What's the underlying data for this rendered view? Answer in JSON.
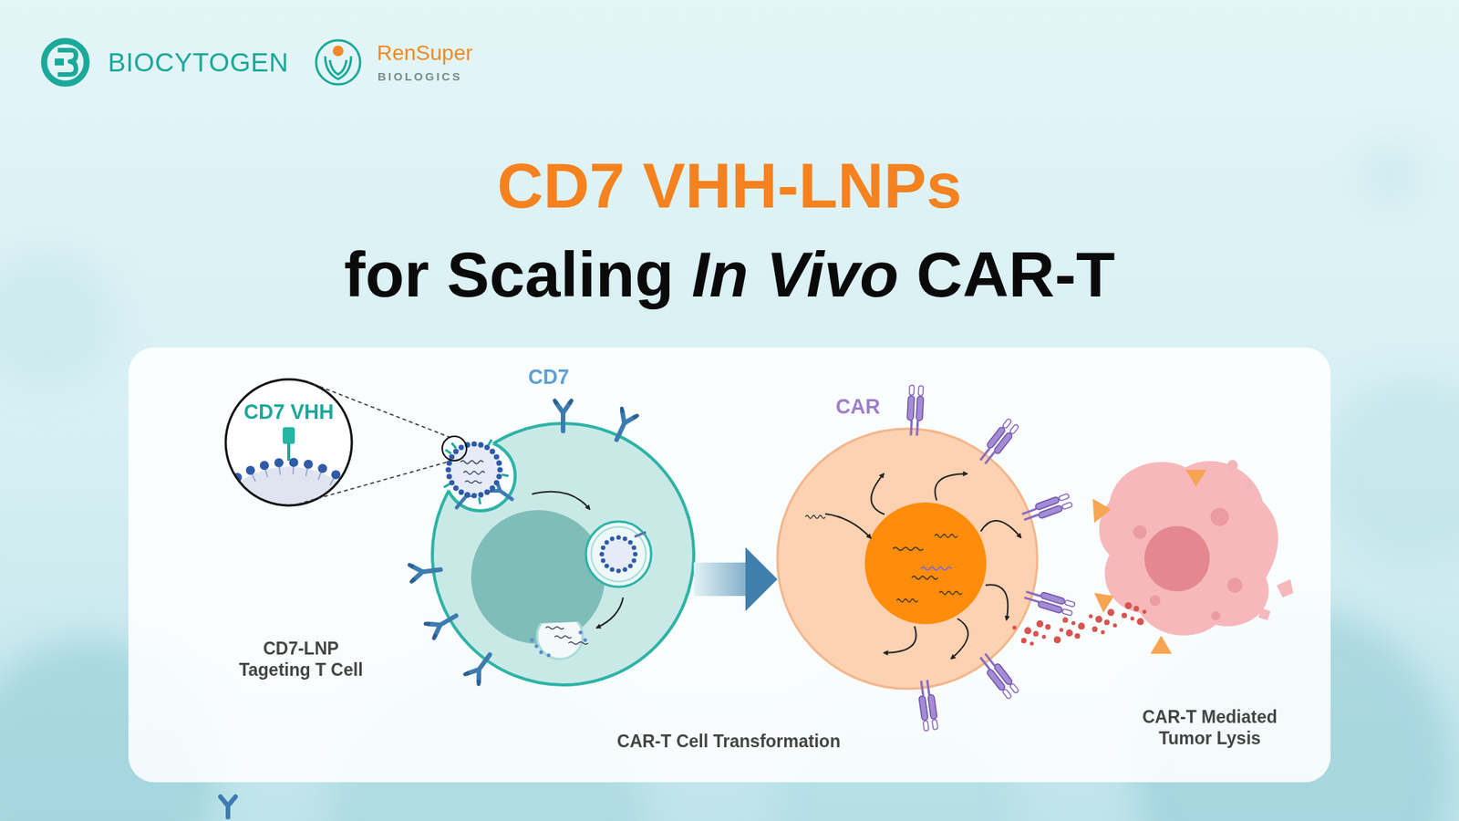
{
  "diagram": {
    "title": "CD7 VHH-LNPs",
    "nodes": [
      {
        "text": [
          "CD7 VHH"
        ]
      },
      {
        "text": [
          "CD7",
          "CD7-LNP Tageting T Cell"
        ]
      },
      {
        "text": [
          "CAR"
        ]
      },
      {
        "text": [
          "CAR-T Mediated Tumor Lysis"
        ]
      }
    ],
    "edges": [
      {
        "from": 1,
        "to": 2,
        "arrow": "to",
        "label": "CAR-T Cell Transformation"
      }
    ],
    "labels": [
      "BIOCYTOGEN",
      "RenSuper",
      "BIOLOGICS",
      "for Scaling",
      "In Vivo",
      "CAR-T"
    ]
  }
}
